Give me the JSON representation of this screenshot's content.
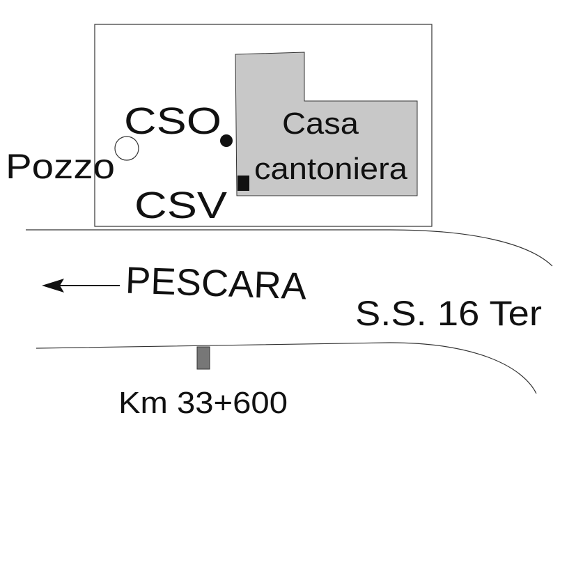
{
  "labels": {
    "well": "Pozzo",
    "cso": "CSO",
    "csv": "CSV",
    "building_line1": "Casa",
    "building_line2": "cantoniera",
    "direction": "PESCARA",
    "road": "S.S. 16 Ter",
    "kilometer": "Km 33+600"
  },
  "colors": {
    "building_fill": "#c8c8c8",
    "marker_fill": "#777777",
    "ink": "#111111"
  }
}
